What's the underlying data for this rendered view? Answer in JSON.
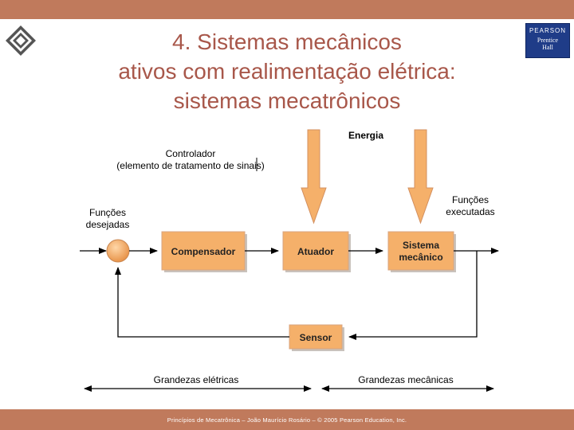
{
  "title": {
    "line1": "4. Sistemas mecânicos",
    "line2": "ativos com realimentação elétrica:",
    "line3": "sistemas mecatrônicos"
  },
  "logo": {
    "brand": "PEARSON",
    "line1": "Prentice",
    "line2": "Hall"
  },
  "diagram": {
    "energy": "Energia",
    "controller_line1": "Controlador",
    "controller_line2": "(elemento de tratamento de sinais)",
    "desired_line1": "Funções",
    "desired_line2": "desejadas",
    "executed_line1": "Funções",
    "executed_line2": "executadas",
    "compensator": "Compensador",
    "actuator": "Atuador",
    "system_line1": "Sistema",
    "system_line2": "mecânico",
    "sensor": "Sensor",
    "electrical": "Grandezas elétricas",
    "mechanical": "Grandezas mecânicas"
  },
  "footer": "Princípios de Mecatrônica – João Maurício Rosário – © 2005 Pearson Education, Inc.",
  "colors": {
    "bars": "#c07a5c",
    "title": "#a8574a",
    "box": "#f5b06a",
    "box_border": "#c9a080",
    "arrow": "#f5b06a"
  },
  "icons": {
    "top_left": "diamond-icon"
  }
}
